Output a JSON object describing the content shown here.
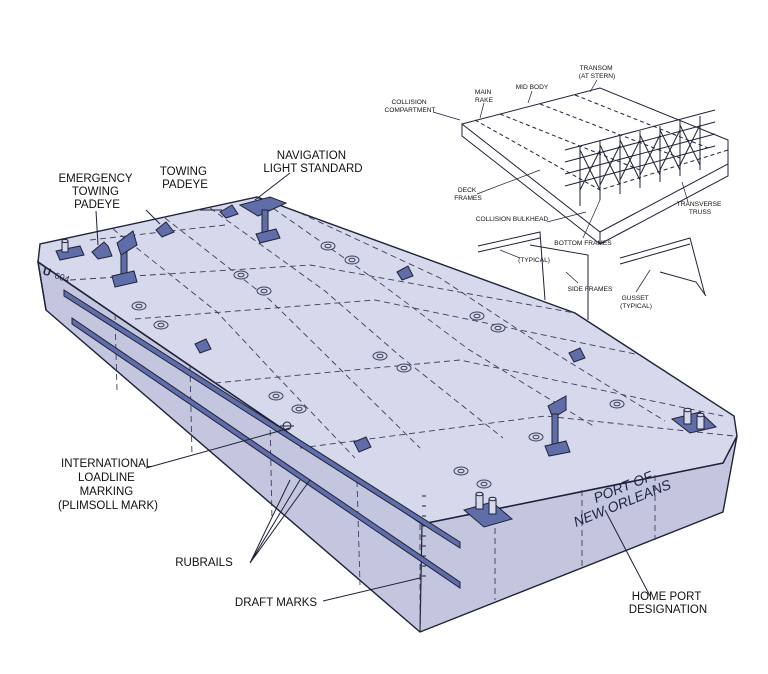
{
  "labels": {
    "emergency_towing_padeye": [
      "EMERGENCY",
      "TOWING",
      "PADEYE"
    ],
    "towing_padeye": [
      "TOWING",
      "PADEYE"
    ],
    "navigation_light_standard": [
      "NAVIGATION",
      "LIGHT STANDARD"
    ],
    "international_loadline_marking": [
      "INTERNATIONAL",
      "LOADLINE",
      "MARKING",
      "(PLIMSOLL MARK)"
    ],
    "rubrails": [
      "RUBRAILS"
    ],
    "draft_marks": [
      "DRAFT MARKS"
    ],
    "home_port_designation": [
      "HOME PORT",
      "DESIGNATION"
    ]
  },
  "hull": {
    "port_line1": "PORT OF",
    "port_line2": "NEW ORLEANS",
    "id_letter": "U",
    "id_number": "604"
  },
  "inset": {
    "transom": [
      "TRANSOM",
      "(AT STERN)"
    ],
    "mid_body": [
      "MID BODY"
    ],
    "main_rake": [
      "MAIN",
      "RAKE"
    ],
    "collision_compartment": [
      "COLLISION",
      "COMPARTMENT"
    ],
    "deck_frames": [
      "DECK",
      "FRAMES"
    ],
    "collision_bulkhead": [
      "COLLISION BULKHEAD"
    ],
    "transverse_truss": [
      "TRANSVERSE",
      "TRUSS"
    ],
    "bottom_frames": [
      "BOTTOM FRAMES"
    ],
    "typical_left": [
      "(TYPICAL)"
    ],
    "side_frames": [
      "SIDE FRAMES"
    ],
    "gusset": [
      "GUSSET",
      "(TYPICAL)"
    ]
  },
  "colors": {
    "hull_deck": "#d6d8eb",
    "hull_side": "#c3c6de",
    "fitting": "#5f6ea8",
    "outline": "#1f2238"
  }
}
